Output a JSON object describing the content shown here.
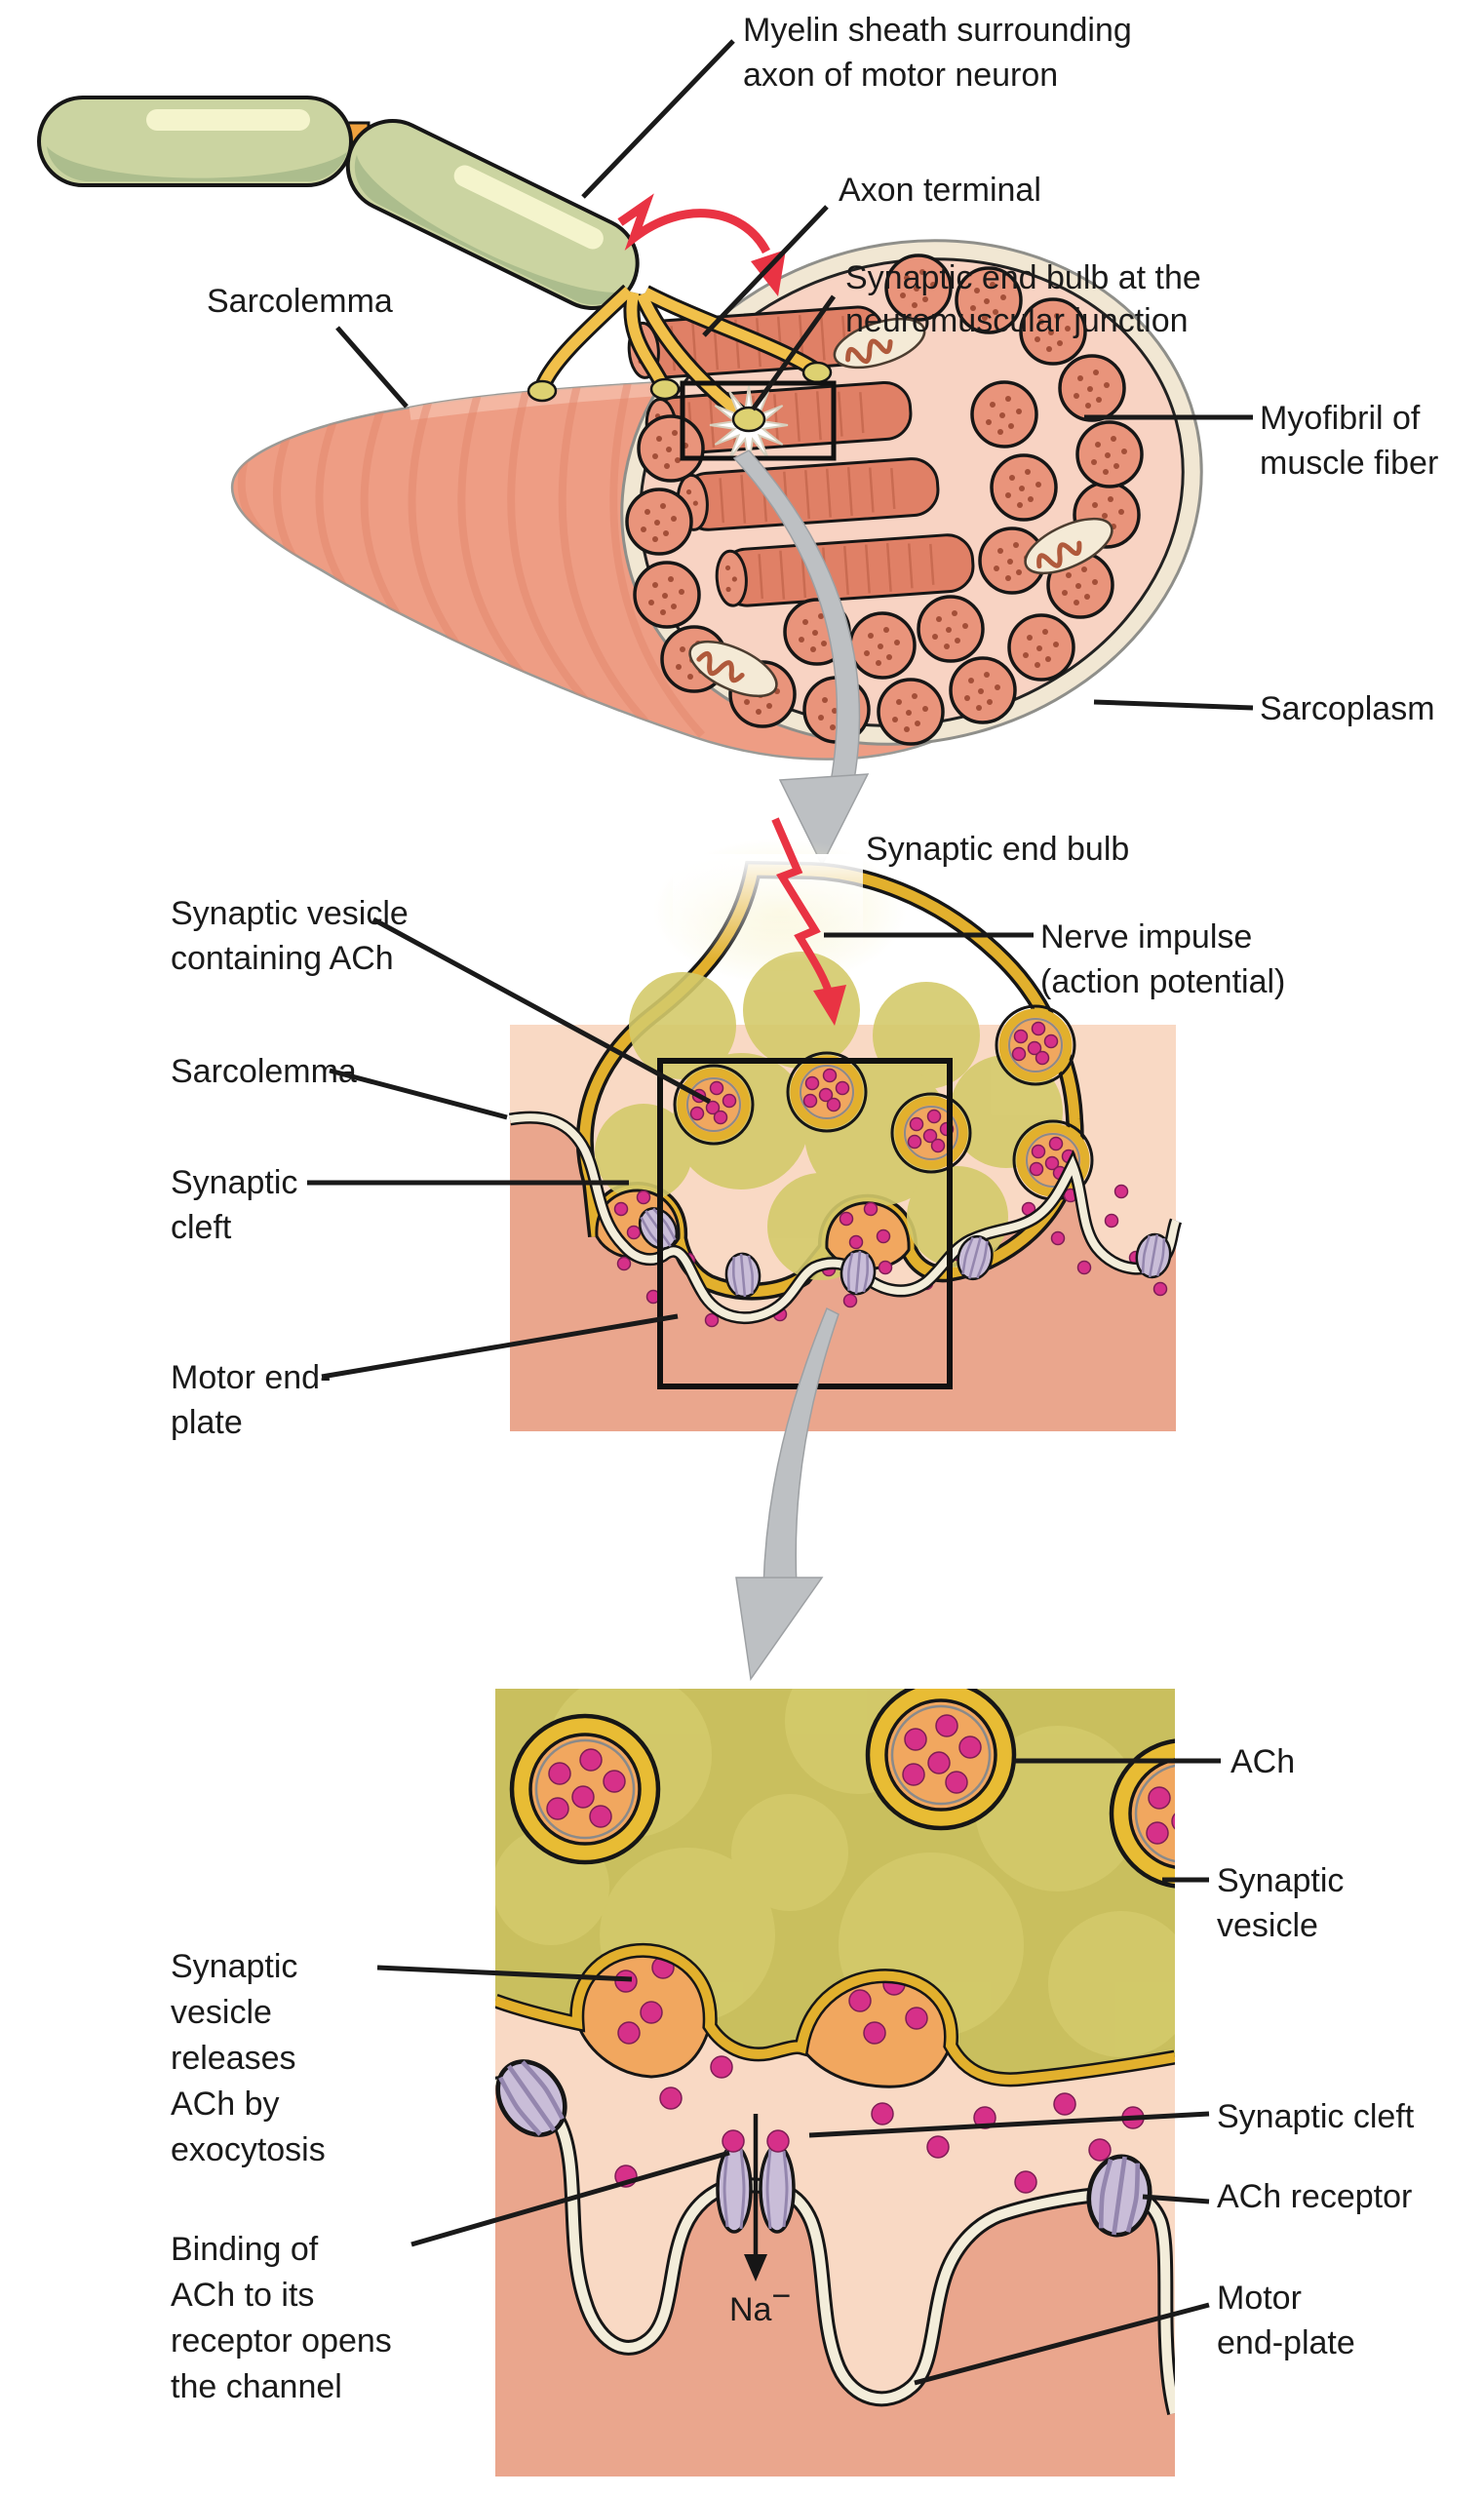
{
  "figure": {
    "title": "Motor end-plate and neuromuscular junction diagram",
    "panel_count": 3
  },
  "colors": {
    "ink": "#1a1a1a",
    "myelin_green": "#cbd4a1",
    "myelin_shade": "#a8ba8b",
    "myelin_highlight": "#f4f4cc",
    "axon_yellow": "#f1c04a",
    "impulse_red": "#e93343",
    "muscle_salmon": "#ee9d84",
    "muscle_stripe": "#e0846a",
    "muscle_face_pink": "#f8d3c3",
    "rim_cream": "#f1e7d3",
    "myofibril_salmon": "#e9947b",
    "myofibril_rod": "#e08066",
    "fibril_dot": "#a34f38",
    "bulb_olive": "#c9bf5e",
    "bulb_bubble": "#d4ca6b",
    "bulb_gold": "#e2b02d",
    "vesicle_orange": "#f1a75f",
    "ach_magenta": "#d63089",
    "receptor_lavender": "#c9bdd8",
    "receptor_stripe": "#9486ae",
    "cleft_pink_light": "#f9d9c4",
    "cleft_pink_deep": "#eaa68d",
    "membrane_cream": "#f3edda",
    "arrow_gray": "#bdc0c3"
  },
  "panel1": {
    "labels": {
      "myelin": [
        "Myelin sheath surrounding",
        "axon of motor neuron"
      ],
      "axon_terminal": "Axon terminal",
      "end_bulb": [
        "Synaptic end bulb at the",
        "neuromuscular junction"
      ],
      "sarcolemma": "Sarcolemma",
      "myofibril": [
        "Myofibril of",
        "muscle fiber"
      ],
      "sarcoplasm": "Sarcoplasm"
    }
  },
  "panel2": {
    "caption": "Synaptic end bulb",
    "labels": {
      "vesicle": [
        "Synaptic vesicle",
        "containing ACh"
      ],
      "sarcolemma": "Sarcolemma",
      "cleft": [
        "Synaptic",
        "cleft"
      ],
      "impulse": [
        "Nerve impulse",
        "(action potential)"
      ],
      "endplate": [
        "Motor end-",
        "plate"
      ]
    }
  },
  "panel3": {
    "labels": {
      "ach": "ACh",
      "vesicle": [
        "Synaptic",
        "vesicle"
      ],
      "exocytosis": [
        "Synaptic",
        "vesicle",
        "releases",
        "ACh by",
        "exocytosis"
      ],
      "cleft": "Synaptic cleft",
      "receptor": "ACh receptor",
      "endplate": [
        "Motor",
        "end-plate"
      ],
      "binding": [
        "Binding of",
        "ACh to its",
        "receptor opens",
        "the channel"
      ],
      "na": "Na",
      "na_charge": "−"
    }
  }
}
